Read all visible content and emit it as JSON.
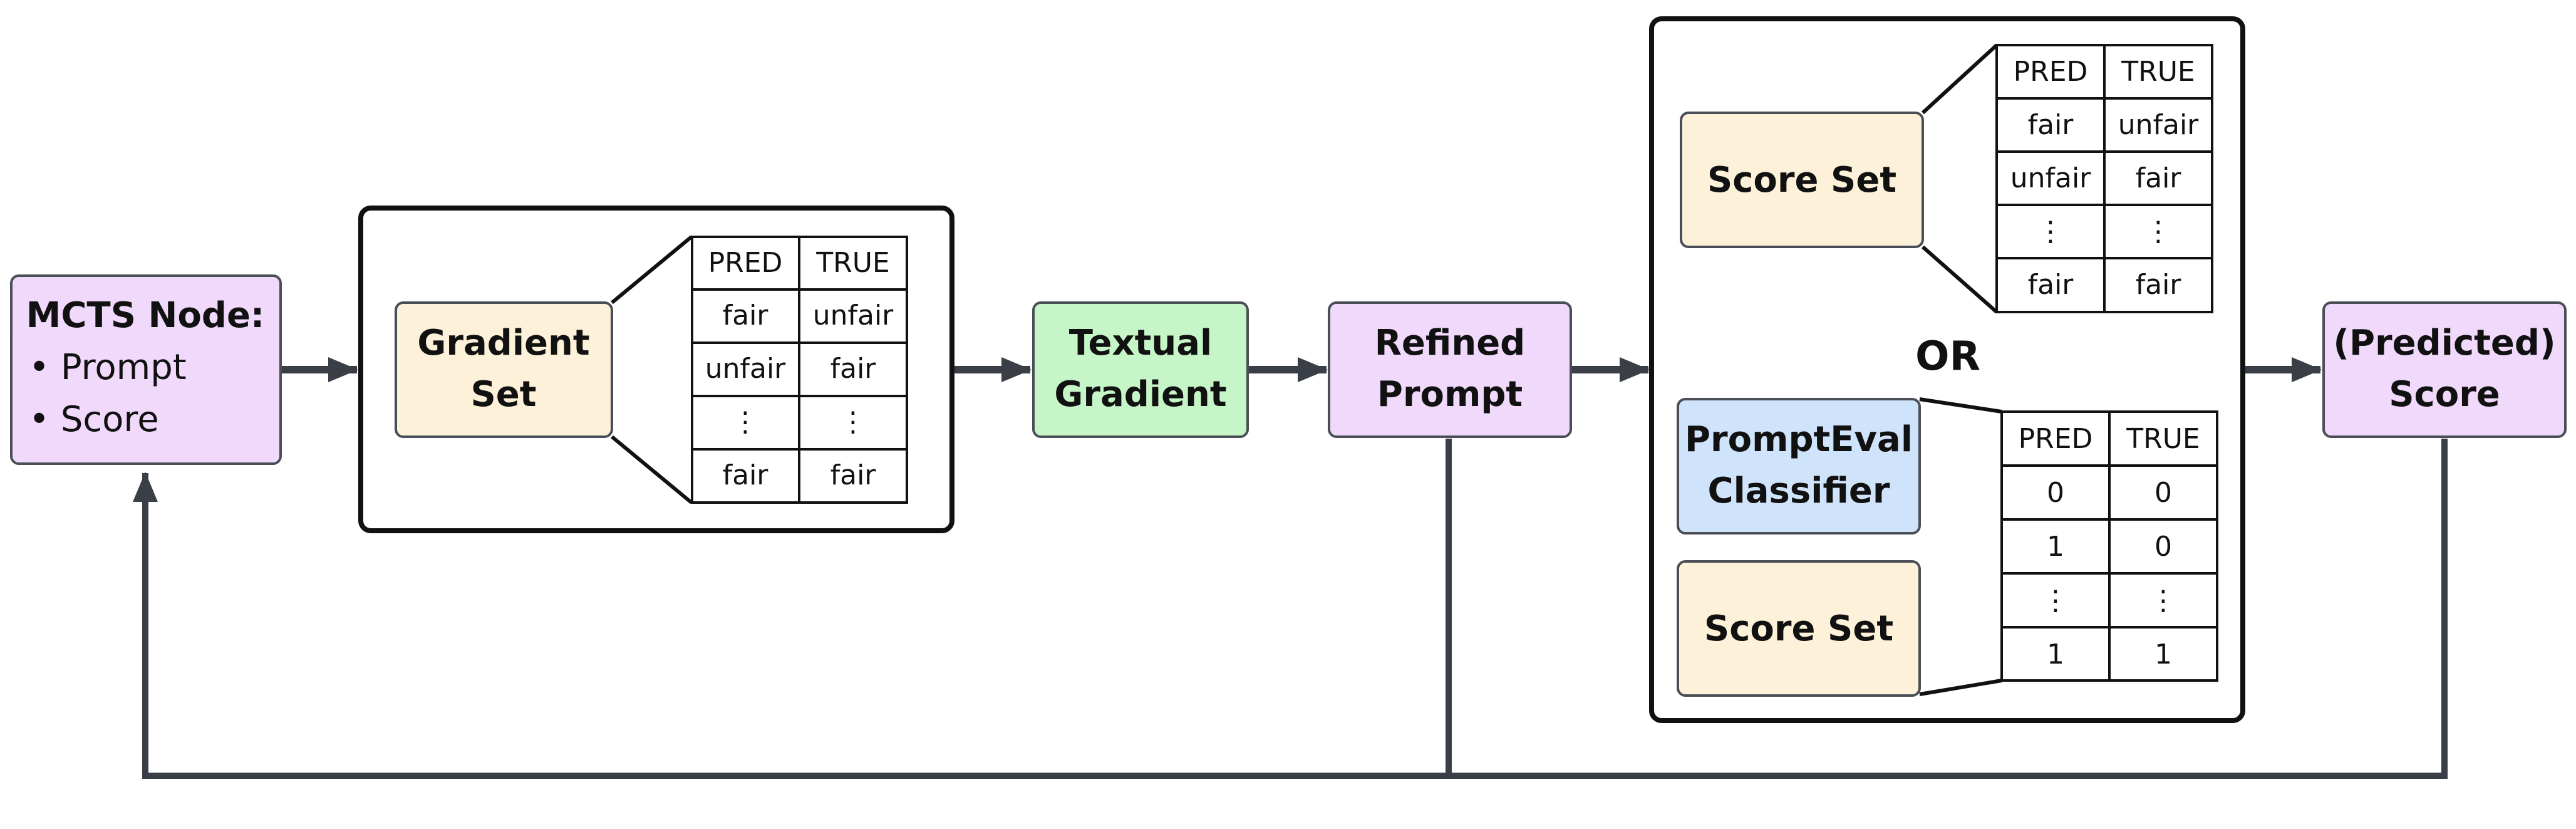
{
  "colors": {
    "purple": "#f0d9fa",
    "cream": "#fdf2d9",
    "green": "#c6f5c8",
    "blue": "#cfe3fa",
    "arrow": "#3a3f47",
    "stroke": "#4a4f57"
  },
  "nodes": {
    "mcts": {
      "title": "MCTS Node:",
      "bullet_prompt": "• Prompt",
      "bullet_score": "• Score"
    },
    "gradient_set": {
      "line1": "Gradient",
      "line2": "Set"
    },
    "textual_gradient": {
      "line1": "Textual",
      "line2": "Gradient"
    },
    "refined_prompt": {
      "line1": "Refined",
      "line2": "Prompt"
    },
    "score_set_top": {
      "label": "Score Set"
    },
    "or_label": "OR",
    "prompteval": {
      "line1": "PromptEval",
      "line2": "Classifier"
    },
    "score_set_bottom": {
      "label": "Score Set"
    },
    "predicted_score": {
      "line1": "(Predicted)",
      "line2": "Score"
    }
  },
  "tables": {
    "gradient": {
      "headers": [
        "PRED",
        "TRUE"
      ],
      "rows": [
        [
          "fair",
          "unfair"
        ],
        [
          "unfair",
          "fair"
        ],
        [
          "⋮",
          "⋮"
        ],
        [
          "fair",
          "fair"
        ]
      ]
    },
    "score_text": {
      "headers": [
        "PRED",
        "TRUE"
      ],
      "rows": [
        [
          "fair",
          "unfair"
        ],
        [
          "unfair",
          "fair"
        ],
        [
          "⋮",
          "⋮"
        ],
        [
          "fair",
          "fair"
        ]
      ]
    },
    "score_numeric": {
      "headers": [
        "PRED",
        "TRUE"
      ],
      "rows": [
        [
          "0",
          "0"
        ],
        [
          "1",
          "0"
        ],
        [
          "⋮",
          "⋮"
        ],
        [
          "1",
          "1"
        ]
      ]
    }
  }
}
